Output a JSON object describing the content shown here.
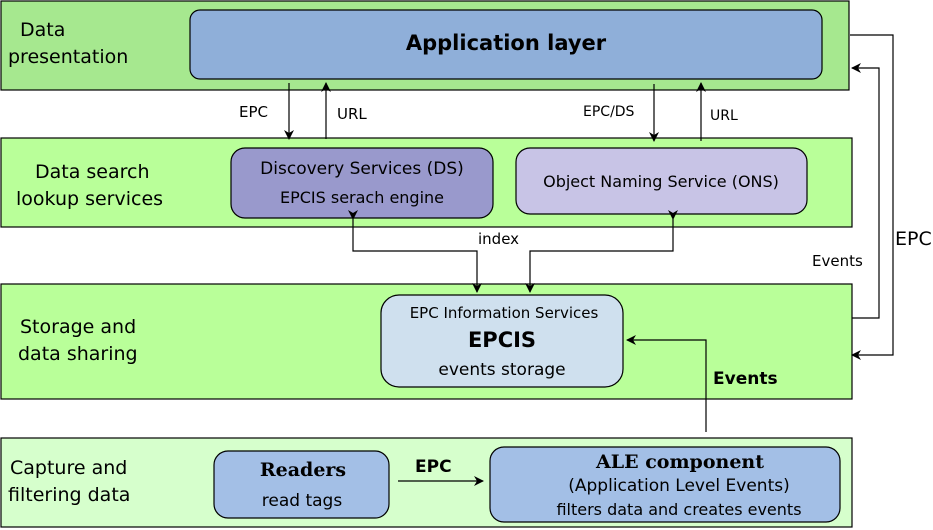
{
  "colors": {
    "layer_top": "#a6e88f",
    "layer_mid": "#b9ff99",
    "layer_bottom": "#d6ffcc",
    "box_blue": "#8fafd9",
    "box_ds": "#9999cc",
    "box_ons": "#c8c4e6",
    "box_epcis": "#cfe0ee",
    "box_capture": "#a3bfe6",
    "stroke": "#000000"
  },
  "layers": {
    "presentation": {
      "label_line1": "Data",
      "label_line2": "presentation"
    },
    "search": {
      "label_line1": "Data search",
      "label_line2": "lookup services"
    },
    "storage": {
      "label_line1": "Storage and",
      "label_line2": "data sharing"
    },
    "capture": {
      "label_line1": "Capture and",
      "label_line2": "filtering data"
    }
  },
  "boxes": {
    "application": {
      "title": "Application layer"
    },
    "discovery": {
      "line1": "Discovery Services (DS)",
      "line2": "EPCIS serach engine"
    },
    "ons": {
      "line1": "Object Naming Service (ONS)"
    },
    "epcis": {
      "line1": "EPC Information Services",
      "title": "EPCIS",
      "line2": "events storage"
    },
    "readers": {
      "title": "Readers",
      "line1": "read tags"
    },
    "ale": {
      "title": "ALE component",
      "line1": "(Application Level Events)",
      "line2": "filters data and creates events"
    }
  },
  "edges": {
    "app_to_ds": "EPC",
    "ds_to_app": "URL",
    "app_to_ons": "EPC/DS",
    "ons_to_app": "URL",
    "index": "index",
    "epcis_to_app": "Events",
    "app_to_epcis": "EPC",
    "ale_to_epcis": "Events",
    "readers_to_ale": "EPC"
  }
}
